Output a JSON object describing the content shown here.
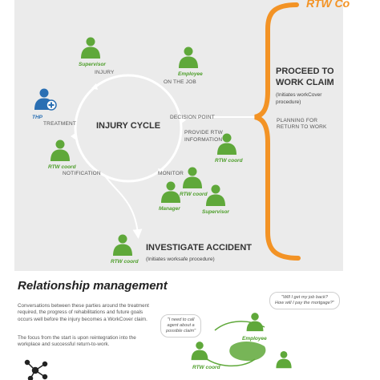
{
  "header": {
    "rtw_partial": "RTW Co"
  },
  "cycle": {
    "title": "INJURY CYCLE",
    "steps": {
      "injury": "INJURY",
      "on_the_job": "ON THE JOB",
      "decision_point": "DECISION POINT",
      "provide_rtw_information": [
        "PROVIDE RTW",
        "INFORMATION"
      ],
      "monitor": "MONITOR",
      "notification": "NOTIFICATION",
      "treatment": "TREATMENT"
    }
  },
  "roles": {
    "supervisor": "Supervisor",
    "employee": "Employee",
    "thp": "THP",
    "rtw_coord": "RTW coord",
    "manager": "Manager"
  },
  "claim": {
    "title_lines": [
      "PROCEED TO",
      "WORK CLAIM"
    ],
    "subtitle_lines": [
      "(Initiates workCover",
      "procedure)"
    ]
  },
  "planning": [
    "PLANNING FOR",
    "RETURN TO WORK"
  ],
  "investigate": {
    "title": "INVESTIGATE ACCIDENT",
    "subtitle": "(Initiates worksafe procedure)"
  },
  "relationship": {
    "title": "Relationship management",
    "para1": "Conversations between these parties around the treatment required, the progress of rehabilitations and future goals occurs well before the injury becomes a WorkCover claim.",
    "para2": "The focus from the start is upon reintegration into the workplace and successful return-to-work.",
    "quote_left": [
      "\"I need to call",
      "agent about a",
      "possible claim\""
    ],
    "quote_right": [
      "\"Will I get my job back?",
      "How will I pay the mortgage?\""
    ],
    "employee_label": "Employee",
    "rtw_label": "RTW coord"
  },
  "colors": {
    "orange": "#f39325",
    "green": "#5fa83a",
    "blue": "#2a6fb3",
    "panel": "#ebebeb",
    "arrow": "#ffffff"
  }
}
